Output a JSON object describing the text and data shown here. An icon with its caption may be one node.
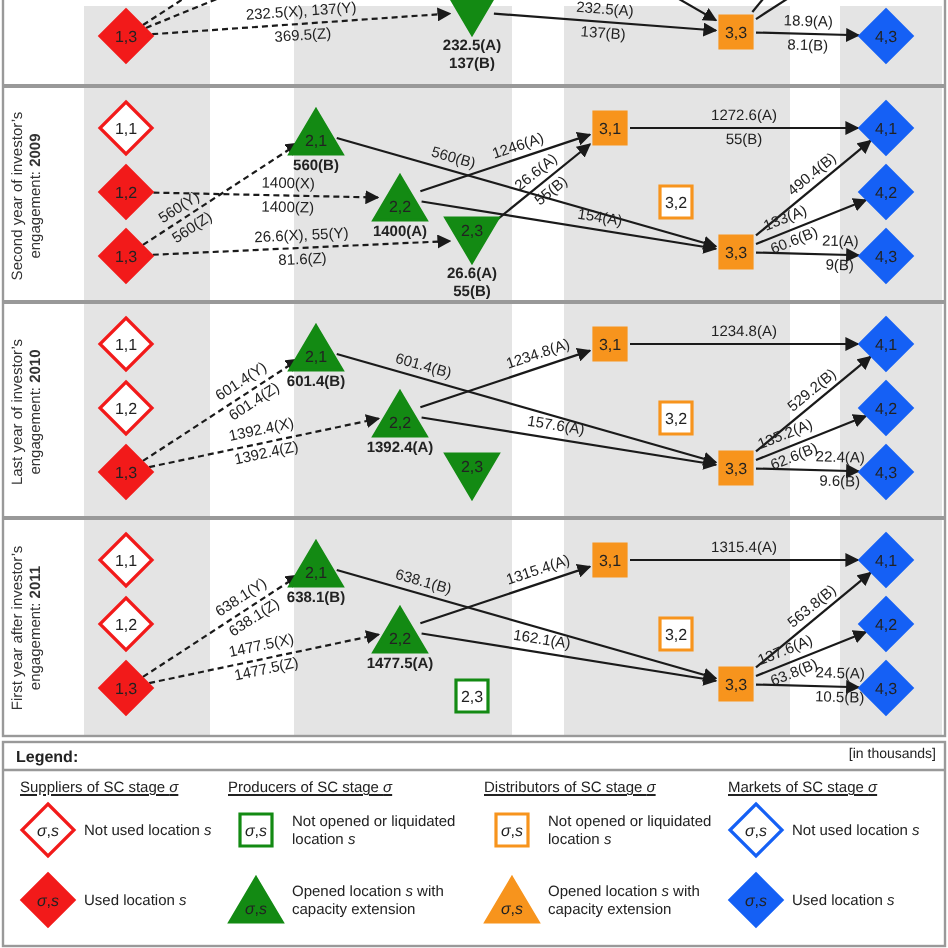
{
  "diagram": {
    "nodes": [
      {
        "text": [
          "1,3"
        ]
      },
      {
        "text": [],
        "shape": "triangle",
        "beside": [
          "232.5(A)",
          "137(B)"
        ]
      },
      {
        "text": [
          "3,3"
        ]
      },
      {
        "text": [
          "4,3"
        ]
      },
      {
        "text": [
          "1,1"
        ]
      },
      {
        "text": [
          "1,2"
        ]
      },
      {
        "text": [
          "1,3"
        ]
      },
      {
        "text": [
          "2,1"
        ],
        "beside": [
          "560(B)"
        ]
      },
      {
        "text": [
          "2,2"
        ],
        "beside": [
          "1400(A)"
        ]
      },
      {
        "text": [
          "2,3"
        ],
        "beside": [
          "26.6(A)",
          "55(B)"
        ]
      },
      {
        "text": [
          "3,1"
        ]
      },
      {
        "text": [
          "3,2"
        ]
      },
      {
        "text": [
          "3,3"
        ]
      },
      {
        "text": [
          "4,1"
        ]
      },
      {
        "text": [
          "4,2"
        ]
      },
      {
        "text": [
          "4,3"
        ]
      },
      {
        "text": [
          "1,1"
        ]
      },
      {
        "text": [
          "1,2"
        ]
      },
      {
        "text": [
          "1,3"
        ]
      },
      {
        "text": [
          "2,1"
        ],
        "beside": [
          "601.4(B)"
        ]
      },
      {
        "text": [
          "2,2"
        ],
        "beside": [
          "1392.4(A)"
        ]
      },
      {
        "text": [
          "2,3"
        ]
      },
      {
        "text": [
          "3,1"
        ]
      },
      {
        "text": [
          "3,2"
        ]
      },
      {
        "text": [
          "3,3"
        ]
      },
      {
        "text": [
          "4,1"
        ]
      },
      {
        "text": [
          "4,2"
        ]
      },
      {
        "text": [
          "4,3"
        ]
      },
      {
        "text": [
          "1,1"
        ]
      },
      {
        "text": [
          "1,2"
        ]
      },
      {
        "text": [
          "1,3"
        ]
      },
      {
        "text": [
          "2,1"
        ],
        "beside": [
          "638.1(B)"
        ]
      },
      {
        "text": [
          "2,2"
        ],
        "beside": [
          "1477.5(A)"
        ]
      },
      {
        "text": [
          "2,3"
        ]
      },
      {
        "text": [
          "3,1"
        ]
      },
      {
        "text": [
          "3,2"
        ]
      },
      {
        "text": [
          "3,3"
        ]
      },
      {
        "text": [
          "4,1"
        ]
      },
      {
        "text": [
          "4,2"
        ]
      },
      {
        "text": [
          "4,3"
        ]
      },
      {
        "text": [
          "*σ*,*s*"
        ],
        "beside": [
          "Not used location *s*"
        ]
      },
      {
        "text": [
          "*σ*,*s*"
        ],
        "beside": [
          "Used location *s*"
        ]
      },
      {
        "text": [
          "*σ*,*s*"
        ],
        "beside": [
          "Not opened or liquidated location *s*"
        ]
      },
      {
        "text": [
          "*σ*,*s*"
        ],
        "beside": [
          "Opened location *s* with capacity extension"
        ]
      },
      {
        "text": [
          "*σ*,*s*"
        ],
        "beside": [
          "Not opened or liquidated location *s*"
        ]
      },
      {
        "text": [
          "*σ*,*s*"
        ],
        "beside": [
          "Opened location *s* with capacity extension"
        ]
      },
      {
        "text": [
          "*σ*,*s*"
        ],
        "beside": [
          "Not used location *s*"
        ]
      },
      {
        "text": [
          "*σ*,*s*"
        ],
        "beside": [
          "Used location *s*"
        ]
      }
    ],
    "edges": [
      {
        "from": 0,
        "to": 1,
        "arrow": "to",
        "style": "dashed",
        "label": "232.5(X), 137(Y) 369.5(Z)"
      },
      {
        "from": 0,
        "to": null,
        "arrow": "none",
        "style": "dashed"
      },
      {
        "from": 0,
        "to": null,
        "arrow": "none",
        "style": "dashed"
      },
      {
        "from": 1,
        "to": 2,
        "arrow": "to",
        "label": "232.5(A) 137(B)"
      },
      {
        "from": null,
        "to": 2,
        "arrow": "to"
      },
      {
        "from": 2,
        "to": null,
        "arrow": "none"
      },
      {
        "from": 2,
        "to": null,
        "arrow": "none"
      },
      {
        "from": 2,
        "to": 3,
        "arrow": "to",
        "label": "18.9(A) 8.1(B)"
      },
      {
        "from": 6,
        "to": 7,
        "arrow": "to",
        "style": "dashed",
        "label": "560(Y) 560(Z)"
      },
      {
        "from": 5,
        "to": 8,
        "arrow": "to",
        "style": "dashed",
        "label": "1400(X) 1400(Z)"
      },
      {
        "from": 6,
        "to": 9,
        "arrow": "to",
        "style": "dashed",
        "label": "26.6(X), 55(Y) 81.6(Z)"
      },
      {
        "from": 7,
        "to": 12,
        "arrow": "to",
        "label": "560(B)"
      },
      {
        "from": 8,
        "to": 10,
        "arrow": "to",
        "label": "1246(A)"
      },
      {
        "from": 8,
        "to": 12,
        "arrow": "to",
        "label": "154(A)"
      },
      {
        "from": 9,
        "to": 10,
        "arrow": "to",
        "label": "26.6(A) 55(B)"
      },
      {
        "from": 10,
        "to": 13,
        "arrow": "to",
        "label": "1272.6(A) 55(B)"
      },
      {
        "from": 12,
        "to": 13,
        "arrow": "to",
        "label": "490.4(B)"
      },
      {
        "from": 12,
        "to": 14,
        "arrow": "to",
        "label": "133(A) 60.6(B)"
      },
      {
        "from": 12,
        "to": 15,
        "arrow": "to",
        "label": "21(A) 9(B)"
      },
      {
        "from": 18,
        "to": 19,
        "arrow": "to",
        "style": "dashed",
        "label": "601.4(Y) 601.4(Z)"
      },
      {
        "from": 18,
        "to": 20,
        "arrow": "to",
        "style": "dashed",
        "label": "1392.4(X) 1392.4(Z)"
      },
      {
        "from": 19,
        "to": 24,
        "arrow": "to",
        "label": "601.4(B)"
      },
      {
        "from": 20,
        "to": 22,
        "arrow": "to",
        "label": "1234.8(A)"
      },
      {
        "from": 20,
        "to": 24,
        "arrow": "to",
        "label": "157.6(A)"
      },
      {
        "from": 22,
        "to": 25,
        "arrow": "to",
        "label": "1234.8(A)"
      },
      {
        "from": 24,
        "to": 25,
        "arrow": "to",
        "label": "529.2(B)"
      },
      {
        "from": 24,
        "to": 26,
        "arrow": "to",
        "label": "135.2(A) 62.6(B)"
      },
      {
        "from": 24,
        "to": 27,
        "arrow": "to",
        "label": "22.4(A) 9.6(B)"
      },
      {
        "from": 30,
        "to": 31,
        "arrow": "to",
        "style": "dashed",
        "label": "638.1(Y) 638.1(Z)"
      },
      {
        "from": 30,
        "to": 32,
        "arrow": "to",
        "style": "dashed",
        "label": "1477.5(X) 1477.5(Z)"
      },
      {
        "from": 31,
        "to": 36,
        "arrow": "to",
        "label": "638.1(B)"
      },
      {
        "from": 32,
        "to": 34,
        "arrow": "to",
        "label": "1315.4(A)"
      },
      {
        "from": 32,
        "to": 36,
        "arrow": "to",
        "label": "162.1(A)"
      },
      {
        "from": 34,
        "to": 37,
        "arrow": "to",
        "label": "1315.4(A)"
      },
      {
        "from": 36,
        "to": 37,
        "arrow": "to",
        "label": "563.8(B)"
      },
      {
        "from": 36,
        "to": 38,
        "arrow": "to",
        "label": "137.6(A) 63.8(B)"
      },
      {
        "from": 36,
        "to": 39,
        "arrow": "to",
        "label": "24.5(A) 10.5(B)"
      }
    ],
    "labels": [
      "Second year of investor’s engagement: **2009**",
      "Last year of investor’s engagement: **2010**",
      "First year after investor’s engagement: **2011**",
      "Legend:",
      "[in thousands]",
      "Suppliers of SC stage *σ*",
      "Producers of SC stage *σ*",
      "Distributors of SC stage *σ*",
      "Markets of SC stage *σ*"
    ]
  }
}
